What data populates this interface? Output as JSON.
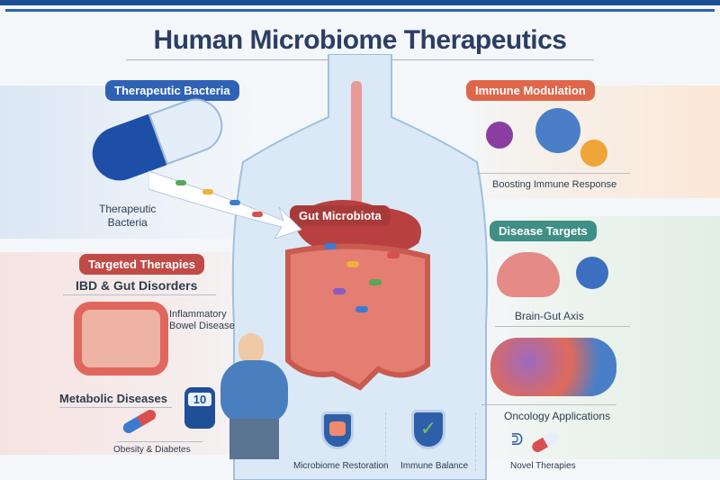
{
  "title": "Human Microbiome Therapeutics",
  "sections": {
    "therapeutic_bacteria": {
      "badge": "Therapeutic Bacteria",
      "caption": "Therapeutic\nBacteria",
      "caption_line1": "Therapeutic",
      "caption_line2": "Bacteria",
      "color": "#2f62b4"
    },
    "targeted_therapies": {
      "badge": "Targeted Therapies",
      "color": "#c04a45",
      "ibd_heading": "IBD & Gut Disorders",
      "ibd_note_line1": "Inflammatory",
      "ibd_note_line2": "Bowel Disease",
      "metabolic_heading": "Metabolic Diseases",
      "glucose_reading": "10",
      "metabolic_caption": "Obesity & Diabetes"
    },
    "center": {
      "gut_label": "Gut Microbiota"
    },
    "immune_modulation": {
      "badge": "Immune Modulation",
      "caption": "Boosting Immune Response",
      "color": "#e0664a"
    },
    "disease_targets": {
      "badge": "Disease Targets",
      "brain_caption": "Brain-Gut Axis",
      "oncology_caption": "Oncology Applications",
      "color": "#3f8f86"
    }
  },
  "bottom_icons": [
    {
      "label": "Microbiome Restoration"
    },
    {
      "label": "Immune Balance"
    },
    {
      "label": "Novel Therapies"
    }
  ]
}
